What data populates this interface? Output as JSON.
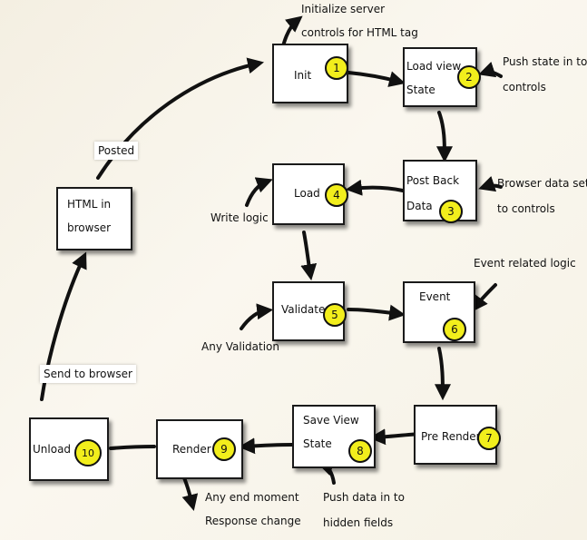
{
  "stages": {
    "init": {
      "label": "Init",
      "number": "1"
    },
    "load_view_state": {
      "label_line1": "Load view",
      "label_line2": "State",
      "number": "2"
    },
    "post_back_data": {
      "label_line1": "Post Back",
      "label_line2": "Data",
      "number": "3"
    },
    "load": {
      "label": "Load",
      "number": "4"
    },
    "validate": {
      "label": "Validate",
      "number": "5"
    },
    "event": {
      "label": "Event",
      "number": "6"
    },
    "pre_render": {
      "label": "Pre Render",
      "number": "7"
    },
    "save_view_state": {
      "label_line1": "Save View",
      "label_line2": "State",
      "number": "8"
    },
    "render": {
      "label": "Render",
      "number": "9"
    },
    "unload": {
      "label": "Unload",
      "number": "10"
    },
    "html_in_browser": {
      "label_line1": "HTML in",
      "label_line2": "browser"
    }
  },
  "notes": {
    "init_line1": "Initialize server",
    "init_line2": "controls for HTML tag",
    "push_state_line1": "Push state in to",
    "push_state_line2": "controls",
    "browser_data_line1": "Browser data set",
    "browser_data_line2": "to controls",
    "write_logic": "Write logic",
    "event_logic": "Event related logic",
    "any_validation": "Any Validation",
    "push_data_line1": "Push data in to",
    "push_data_line2": "hidden fields",
    "any_end_line1": "Any end moment",
    "any_end_line2": "Response change",
    "posted": "Posted",
    "send_to_browser": "Send to browser"
  },
  "colors": {
    "badge_fill": "#f2ee1c",
    "ink": "#111111",
    "box_fill": "#ffffff"
  }
}
